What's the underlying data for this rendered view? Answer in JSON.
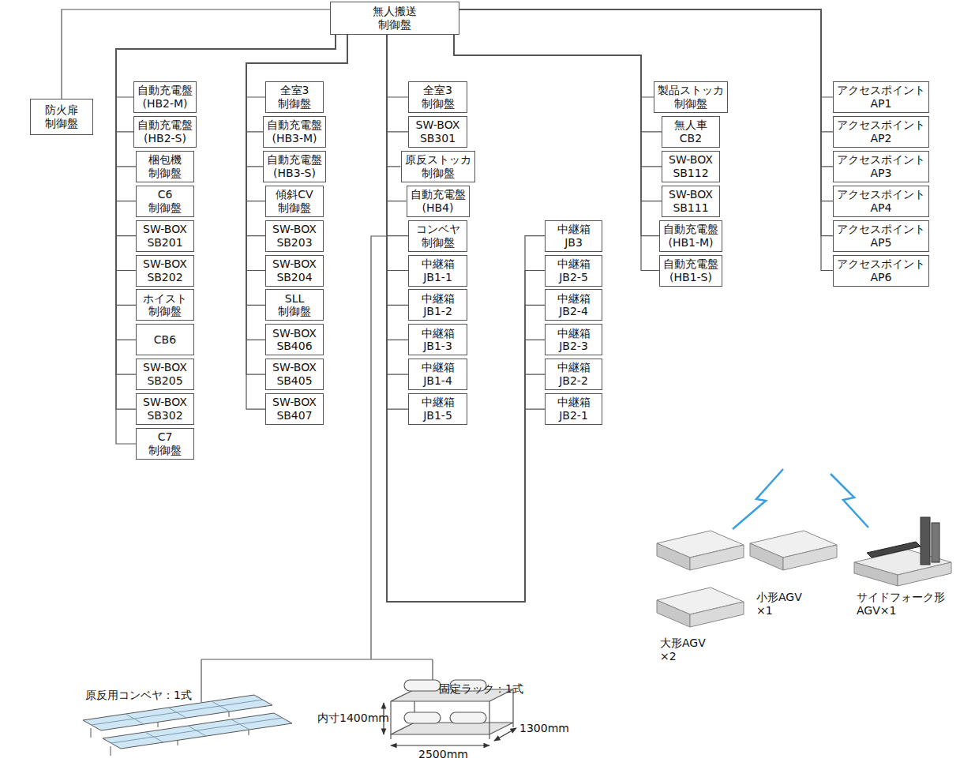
{
  "diagram": {
    "nodes": [
      {
        "text": [
          "無人搬送 制御盤"
        ]
      },
      {
        "text": [
          "防火扉 制御盤"
        ]
      },
      {
        "text": [
          "自動充電盤 (HB2-M)"
        ]
      },
      {
        "text": [
          "自動充電盤 (HB2-S)"
        ]
      },
      {
        "text": [
          "梱包機 制御盤"
        ]
      },
      {
        "text": [
          "C6 制御盤"
        ]
      },
      {
        "text": [
          "SW-BOX SB201"
        ]
      },
      {
        "text": [
          "SW-BOX SB202"
        ]
      },
      {
        "text": [
          "ホイスト 制御盤"
        ]
      },
      {
        "text": [
          "CB6"
        ]
      },
      {
        "text": [
          "SW-BOX SB205"
        ]
      },
      {
        "text": [
          "SW-BOX SB302"
        ]
      },
      {
        "text": [
          "C7 制御盤"
        ]
      },
      {
        "text": [
          "全室3 制御盤"
        ]
      },
      {
        "text": [
          "自動充電盤 (HB3-M)"
        ]
      },
      {
        "text": [
          "自動充電盤 (HB3-S)"
        ]
      },
      {
        "text": [
          "傾斜CV 制御盤"
        ]
      },
      {
        "text": [
          "SW-BOX SB203"
        ]
      },
      {
        "text": [
          "SW-BOX SB204"
        ]
      },
      {
        "text": [
          "SLL 制御盤"
        ]
      },
      {
        "text": [
          "SW-BOX SB406"
        ]
      },
      {
        "text": [
          "SW-BOX SB405"
        ]
      },
      {
        "text": [
          "SW-BOX SB407"
        ]
      },
      {
        "text": [
          "全室3 制御盤"
        ]
      },
      {
        "text": [
          "SW-BOX SB301"
        ]
      },
      {
        "text": [
          "原反ストッカ 制御盤"
        ]
      },
      {
        "text": [
          "自動充電盤 (HB4)"
        ]
      },
      {
        "text": [
          "コンベヤ 制御盤"
        ]
      },
      {
        "text": [
          "中継箱 JB1-1"
        ]
      },
      {
        "text": [
          "中継箱 JB1-2"
        ]
      },
      {
        "text": [
          "中継箱 JB1-3"
        ]
      },
      {
        "text": [
          "中継箱 JB1-4"
        ]
      },
      {
        "text": [
          "中継箱 JB1-5"
        ]
      },
      {
        "text": [
          "中継箱 JB3"
        ]
      },
      {
        "text": [
          "中継箱 JB2-5"
        ]
      },
      {
        "text": [
          "中継箱 JB2-4"
        ]
      },
      {
        "text": [
          "中継箱 JB2-3"
        ]
      },
      {
        "text": [
          "中継箱 JB2-2"
        ]
      },
      {
        "text": [
          "中継箱 JB2-1"
        ]
      },
      {
        "text": [
          "製品ストッカ 制御盤"
        ]
      },
      {
        "text": [
          "無人車 CB2"
        ]
      },
      {
        "text": [
          "SW-BOX SB112"
        ]
      },
      {
        "text": [
          "SW-BOX SB111"
        ]
      },
      {
        "text": [
          "自動充電盤 (HB1-M)"
        ]
      },
      {
        "text": [
          "自動充電盤 (HB1-S)"
        ]
      },
      {
        "text": [
          "アクセスポイント AP1"
        ]
      },
      {
        "text": [
          "アクセスポイント AP2"
        ]
      },
      {
        "text": [
          "アクセスポイント AP3"
        ]
      },
      {
        "text": [
          "アクセスポイント AP4"
        ]
      },
      {
        "text": [
          "アクセスポイント AP5"
        ]
      },
      {
        "text": [
          "アクセスポイント AP6"
        ]
      }
    ],
    "edges": [
      {
        "from": 0,
        "to": 1,
        "arrow": "none"
      },
      {
        "from": 0,
        "to": 2,
        "arrow": "none"
      },
      {
        "from": 0,
        "to": 3,
        "arrow": "none"
      },
      {
        "from": 0,
        "to": 4,
        "arrow": "none"
      },
      {
        "from": 0,
        "to": 5,
        "arrow": "none"
      },
      {
        "from": 0,
        "to": 6,
        "arrow": "none"
      },
      {
        "from": 0,
        "to": 7,
        "arrow": "none"
      },
      {
        "from": 0,
        "to": 8,
        "arrow": "none"
      },
      {
        "from": 0,
        "to": 9,
        "arrow": "none"
      },
      {
        "from": 0,
        "to": 10,
        "arrow": "none"
      },
      {
        "from": 0,
        "to": 11,
        "arrow": "none"
      },
      {
        "from": 0,
        "to": 12,
        "arrow": "none"
      },
      {
        "from": 0,
        "to": 13,
        "arrow": "none"
      },
      {
        "from": 0,
        "to": 14,
        "arrow": "none"
      },
      {
        "from": 0,
        "to": 15,
        "arrow": "none"
      },
      {
        "from": 0,
        "to": 16,
        "arrow": "none"
      },
      {
        "from": 0,
        "to": 17,
        "arrow": "none"
      },
      {
        "from": 0,
        "to": 18,
        "arrow": "none"
      },
      {
        "from": 0,
        "to": 19,
        "arrow": "none"
      },
      {
        "from": 0,
        "to": 20,
        "arrow": "none"
      },
      {
        "from": 0,
        "to": 21,
        "arrow": "none"
      },
      {
        "from": 0,
        "to": 22,
        "arrow": "none"
      },
      {
        "from": 0,
        "to": 23,
        "arrow": "none"
      },
      {
        "from": 0,
        "to": 24,
        "arrow": "none"
      },
      {
        "from": 0,
        "to": 25,
        "arrow": "none"
      },
      {
        "from": 0,
        "to": 26,
        "arrow": "none"
      },
      {
        "from": 0,
        "to": 27,
        "arrow": "none"
      },
      {
        "from": 0,
        "to": 28,
        "arrow": "none"
      },
      {
        "from": 0,
        "to": 29,
        "arrow": "none"
      },
      {
        "from": 0,
        "to": 30,
        "arrow": "none"
      },
      {
        "from": 0,
        "to": 31,
        "arrow": "none"
      },
      {
        "from": 0,
        "to": 32,
        "arrow": "none"
      },
      {
        "from": 0,
        "to": 33,
        "arrow": "none"
      },
      {
        "from": 0,
        "to": 34,
        "arrow": "none"
      },
      {
        "from": 0,
        "to": 35,
        "arrow": "none"
      },
      {
        "from": 0,
        "to": 36,
        "arrow": "none"
      },
      {
        "from": 0,
        "to": 37,
        "arrow": "none"
      },
      {
        "from": 0,
        "to": 38,
        "arrow": "none"
      },
      {
        "from": 0,
        "to": 39,
        "arrow": "none"
      },
      {
        "from": 0,
        "to": 40,
        "arrow": "none"
      },
      {
        "from": 0,
        "to": 41,
        "arrow": "none"
      },
      {
        "from": 0,
        "to": 42,
        "arrow": "none"
      },
      {
        "from": 0,
        "to": 43,
        "arrow": "none"
      },
      {
        "from": 0,
        "to": 44,
        "arrow": "none"
      },
      {
        "from": 0,
        "to": 45,
        "arrow": "none"
      },
      {
        "from": 0,
        "to": 46,
        "arrow": "none"
      },
      {
        "from": 0,
        "to": 47,
        "arrow": "none"
      },
      {
        "from": 0,
        "to": 48,
        "arrow": "none"
      },
      {
        "from": 0,
        "to": 49,
        "arrow": "none"
      },
      {
        "from": 0,
        "to": 50,
        "arrow": "none"
      }
    ],
    "labels": [
      "原反用コンベヤ：1式",
      "固定ラック：1式",
      "内寸1400mm",
      "1300mm",
      "2500mm",
      "小形AGV ×1",
      "サイドフォーク形 AGV×1",
      "大形AGV ×2"
    ]
  }
}
